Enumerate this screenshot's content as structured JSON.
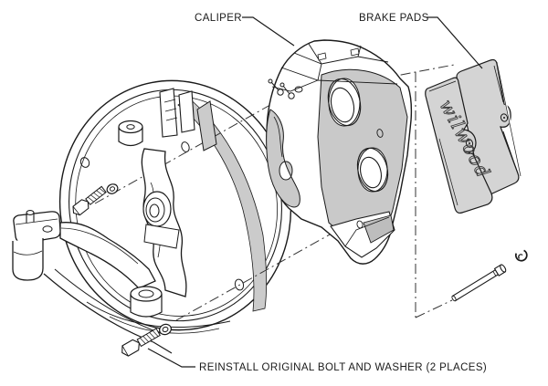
{
  "diagram": {
    "labels": {
      "caliper": "CALIPER",
      "brake_pads": "BRAKE PADS",
      "footer_note": "REINSTALL ORIGINAL BOLT AND WASHER (2 PLACES)"
    },
    "pad_logo_text": "wilwood",
    "colors": {
      "line": "#1a1a1a",
      "shade_gray": "#cbcbcb",
      "shade_gray_dark": "#bdbdbd",
      "pad_gray": "#d4d4d4",
      "background": "#ffffff"
    },
    "parts": [
      "backing-plate",
      "steering-knuckle",
      "steering-arm",
      "ball-joint",
      "caliper",
      "brake-pad-outer",
      "brake-pad-inner",
      "pad-retaining-pin",
      "e-clip",
      "bolt-upper",
      "washer-upper",
      "bolt-lower",
      "washer-lower"
    ]
  }
}
